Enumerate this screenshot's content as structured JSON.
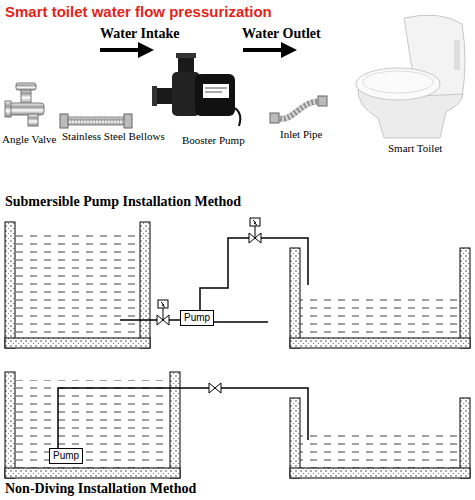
{
  "diagram": {
    "title": "Smart toilet water flow pressurization",
    "nodes": [
      {
        "text": [
          "Pump"
        ]
      },
      {
        "text": [
          "Pump"
        ]
      }
    ],
    "labels": [
      "Water Intake",
      "Water Outlet",
      "Angle Valve",
      "Stainless Steel Bellows",
      "Booster Pump",
      "Inlet Pipe",
      "Smart Toilet",
      "Submersible Pump Installation Method",
      "Non-Diving Installation Method"
    ]
  }
}
